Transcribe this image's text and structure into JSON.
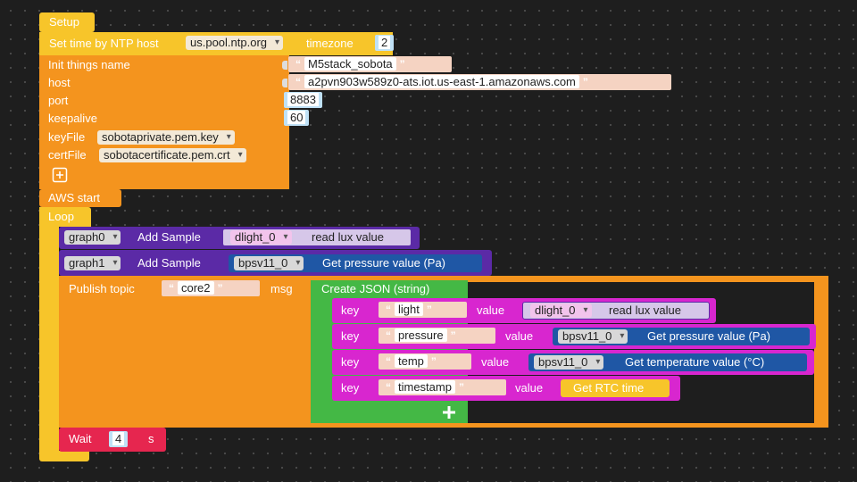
{
  "setup": {
    "hat": "Setup",
    "ntp_label": "Set time by NTP host",
    "ntp_host": "us.pool.ntp.org",
    "timezone_label": "timezone",
    "timezone": "2",
    "rows": [
      {
        "label": "Init things name",
        "value": "M5stack_sobota"
      },
      {
        "label": "host",
        "value": "a2pvn903w589z0-ats.iot.us-east-1.amazonaws.com"
      },
      {
        "label": "port",
        "value": "8883"
      },
      {
        "label": "keepalive",
        "value": "60"
      }
    ],
    "keyfile_label": "keyFile",
    "keyfile": "sobotaprivate.pem.key",
    "certfile_label": "certFile",
    "certfile": "sobotacertificate.pem.crt",
    "aws_start": "AWS start"
  },
  "loop": {
    "hat": "Loop",
    "graph0": {
      "graph": "graph0",
      "action": "Add Sample",
      "sensor": "dlight_0",
      "reading": "read lux value"
    },
    "graph1": {
      "graph": "graph1",
      "action": "Add Sample",
      "sensor": "bpsv11_0",
      "reading": "Get pressure value (Pa)"
    },
    "publish": {
      "label": "Publish topic",
      "topic": "core2",
      "msg_label": "msg",
      "json_label": "Create JSON (string)",
      "entries": [
        {
          "key_label": "key",
          "key": "light",
          "value_label": "value",
          "sensor": "dlight_0",
          "reading": "read lux value"
        },
        {
          "key_label": "key",
          "key": "pressure",
          "value_label": "value",
          "sensor": "bpsv11_0",
          "reading": "Get pressure value (Pa)"
        },
        {
          "key_label": "key",
          "key": "temp",
          "value_label": "value",
          "sensor": "bpsv11_0",
          "reading": "Get temperature value (°C)"
        },
        {
          "key_label": "key",
          "key": "timestamp",
          "value_label": "value",
          "reading": "Get RTC time"
        }
      ]
    },
    "wait": {
      "label": "Wait",
      "value": "4",
      "unit": "s"
    }
  },
  "icons": {
    "mutator": "plus-square-icon",
    "add": "plus-icon",
    "dropdown": "caret-down-icon"
  }
}
